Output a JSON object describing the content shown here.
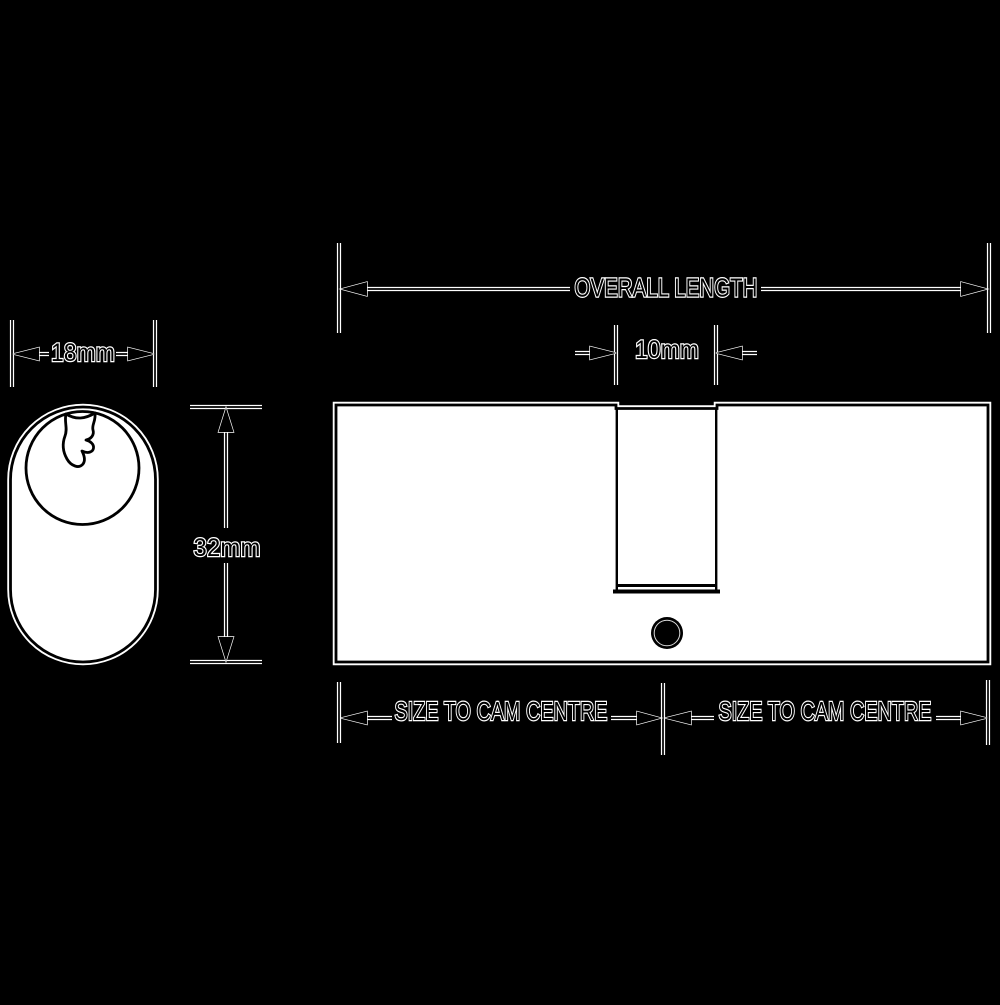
{
  "colors": {
    "background": "#000000",
    "ink": "#000000",
    "halo": "#ffffff",
    "surface": "#ffffff"
  },
  "labels": {
    "overall_length": "OVERALL LENGTH",
    "cam_width": "10mm",
    "end_width": "18mm",
    "end_height": "32mm",
    "size_to_cam_left": "SIZE TO CAM CENTRE",
    "size_to_cam_right": "SIZE TO CAM CENTRE"
  }
}
